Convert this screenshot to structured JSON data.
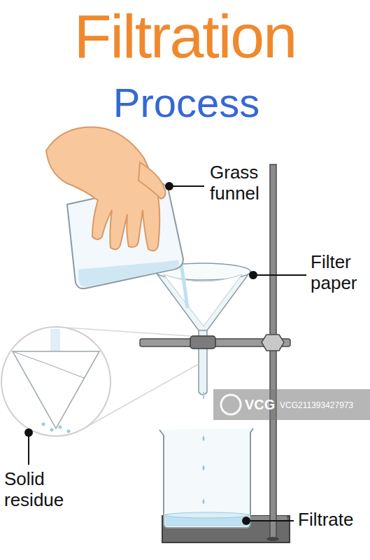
{
  "diagram": {
    "title": "Filtration",
    "labels": [
      "Process",
      "Grass funnel",
      "Filter paper",
      "Solid residue",
      "Filtrate",
      "VCG",
      "VCG211393427973"
    ]
  }
}
